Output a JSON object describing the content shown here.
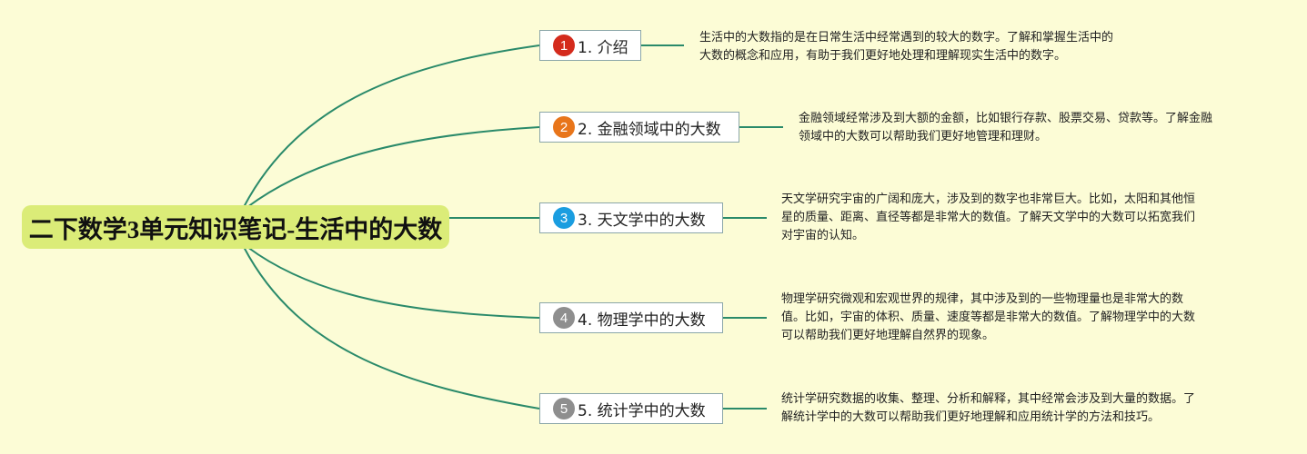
{
  "root": {
    "title": "二下数学3单元知识笔记-生活中的大数"
  },
  "branches": [
    {
      "number": "1",
      "label": "1. 介绍",
      "badge_color": "#d42a1c",
      "note": [
        "生活中的大数指的是在日常生活中经常遇到的较大的数字。了解和掌握生活中的",
        "大数的概念和应用，有助于我们更好地处理和理解现实生活中的数字。"
      ]
    },
    {
      "number": "2",
      "label": "2. 金融领域中的大数",
      "badge_color": "#e8751a",
      "note": [
        "金融领域经常涉及到大额的金额，比如银行存款、股票交易、贷款等。了解金融",
        "领域中的大数可以帮助我们更好地管理和理财。"
      ]
    },
    {
      "number": "3",
      "label": "3. 天文学中的大数",
      "badge_color": "#1a9de0",
      "note": [
        "天文学研究宇宙的广阔和庞大，涉及到的数字也非常巨大。比如，太阳和其他恒",
        "星的质量、距离、直径等都是非常大的数值。了解天文学中的大数可以拓宽我们",
        "对宇宙的认知。"
      ]
    },
    {
      "number": "4",
      "label": "4. 物理学中的大数",
      "badge_color": "#8e8e8e",
      "note": [
        "物理学研究微观和宏观世界的规律，其中涉及到的一些物理量也是非常大的数",
        "值。比如，宇宙的体积、质量、速度等都是非常大的数值。了解物理学中的大数",
        "可以帮助我们更好地理解自然界的现象。"
      ]
    },
    {
      "number": "5",
      "label": "5. 统计学中的大数",
      "badge_color": "#8e8e8e",
      "note": [
        "统计学研究数据的收集、整理、分析和解释，其中经常会涉及到大量的数据。了",
        "解统计学中的大数可以帮助我们更好地理解和应用统计学的方法和技巧。"
      ]
    }
  ],
  "colors": {
    "background": "#fcfcd6",
    "root_fill": "#dbec78",
    "connector": "#2a8a6a"
  }
}
